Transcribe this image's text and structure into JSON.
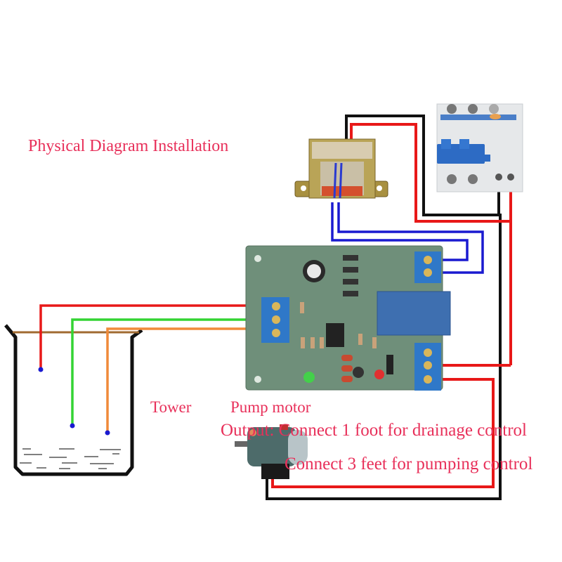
{
  "title": "Physical Diagram Installation",
  "labels": {
    "tower": "Tower",
    "pump_motor": "Pump motor",
    "output_line1": "Output: Connect 1 foot for drainage control",
    "output_line2": "Connect 3 feet for pumping control"
  },
  "components": [
    {
      "id": "transformer",
      "name": "Power transformer"
    },
    {
      "id": "breaker",
      "name": "Circuit breaker (leakage protector)"
    },
    {
      "id": "control-board",
      "name": "Water level control board"
    },
    {
      "id": "tower",
      "name": "Water tower"
    },
    {
      "id": "pump-motor",
      "name": "Pump motor"
    }
  ],
  "wire_colors": {
    "line": "#e81818",
    "neutral": "#101010",
    "transformer_secondary": "#1a1ad0",
    "probe_high": "#e81818",
    "probe_mid": "#33d433",
    "probe_low": "#f08a3a",
    "level_line": "#a06a30"
  },
  "text_color": "#e8305a"
}
